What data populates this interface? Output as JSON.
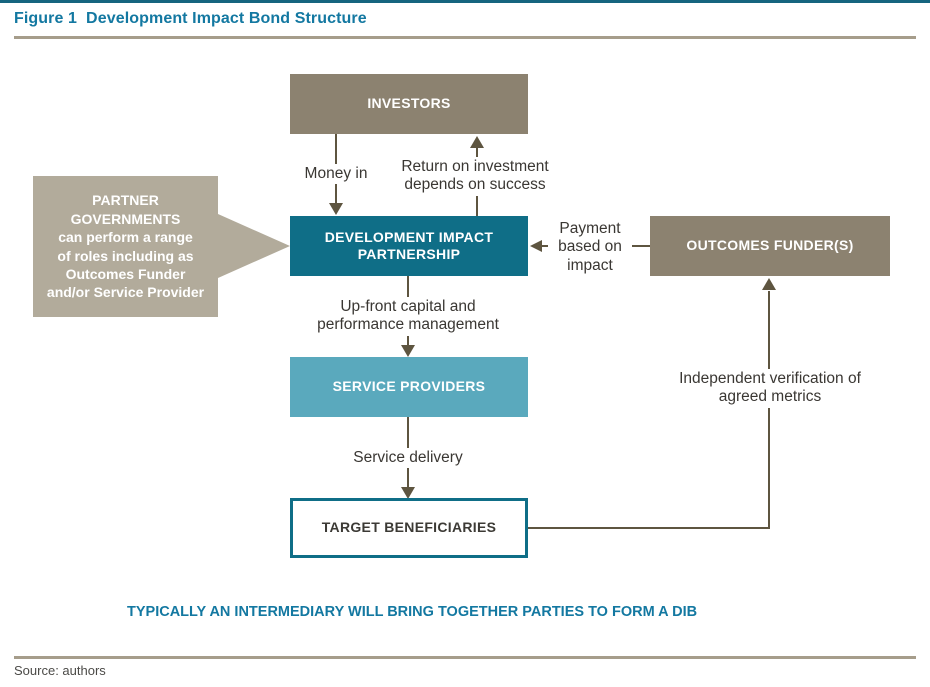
{
  "figure": {
    "label": "Figure 1",
    "title": "Development Impact Bond Structure",
    "caption": "TYPICALLY AN INTERMEDIARY WILL BRING TOGETHER PARTIES TO FORM A DIB",
    "source": "Source: authors"
  },
  "nodes": {
    "investors": {
      "label": "INVESTORS"
    },
    "partnership": {
      "label": "DEVELOPMENT IMPACT PARTNERSHIP"
    },
    "outcomes_funder": {
      "label": "OUTCOMES FUNDER(S)"
    },
    "service_providers": {
      "label": "SERVICE PROVIDERS"
    },
    "target_beneficiaries": {
      "label": "TARGET BENEFICIARIES"
    },
    "partner_governments": {
      "title_lines": [
        "PARTNER",
        "GOVERNMENTS"
      ],
      "description_lines": [
        "can perform a range",
        "of roles including as",
        "Outcomes Funder",
        "and/or Service Provider"
      ]
    }
  },
  "edges": {
    "money_in": {
      "label": "Money in"
    },
    "return_on_investment": {
      "label": "Return on investment depends on success"
    },
    "payment_based_on_impact": {
      "label": "Payment based on impact"
    },
    "upfront_capital": {
      "label": "Up-front capital and performance management"
    },
    "service_delivery": {
      "label": "Service delivery"
    },
    "independent_verification": {
      "label": "Independent verification of agreed metrics"
    }
  },
  "colors": {
    "title_teal": "#1378a1",
    "box_dark_teal": "#0f6e87",
    "box_mid_teal": "#5aa9bd",
    "box_taupe": "#8c8270",
    "callout_taupe": "#b2ab9b",
    "rule_taupe": "#a69d8b",
    "bottom_rule_teal": "#16657f",
    "arrow_olive": "#5e5540",
    "label_text": "#3a3733"
  }
}
